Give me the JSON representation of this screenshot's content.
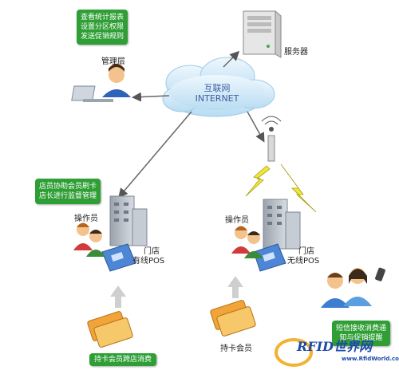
{
  "cloud": {
    "line1": "互联网",
    "line2": "INTERNET"
  },
  "server": {
    "label": "服务器"
  },
  "management": {
    "label": "管理层",
    "bubble": [
      "查看统计报表",
      "设置分区权限",
      "发送促销规则"
    ]
  },
  "wired_store": {
    "operator_label": "操作员",
    "store_label_1": "门店",
    "store_label_2": "有线POS",
    "bubble": [
      "店员协助会员刷卡",
      "店长进行监督管理"
    ]
  },
  "wireless_store": {
    "operator_label": "操作员",
    "store_label_1": "门店",
    "store_label_2": "无线POS"
  },
  "cardholder_1": {
    "caption": "持卡会员跨店消费"
  },
  "cardholder_2": {
    "label": "持卡会员"
  },
  "sms_bubble": [
    "短信接收消费通",
    "知与促销提醒"
  ],
  "watermark": {
    "logo": "RFID世界网",
    "url": "www.RfidWorld.com.cn"
  },
  "colors": {
    "bubble": "#2e9e35",
    "arrow": "#555555",
    "lightning": "#e8e02a",
    "cloud": "#cfe6f5"
  }
}
